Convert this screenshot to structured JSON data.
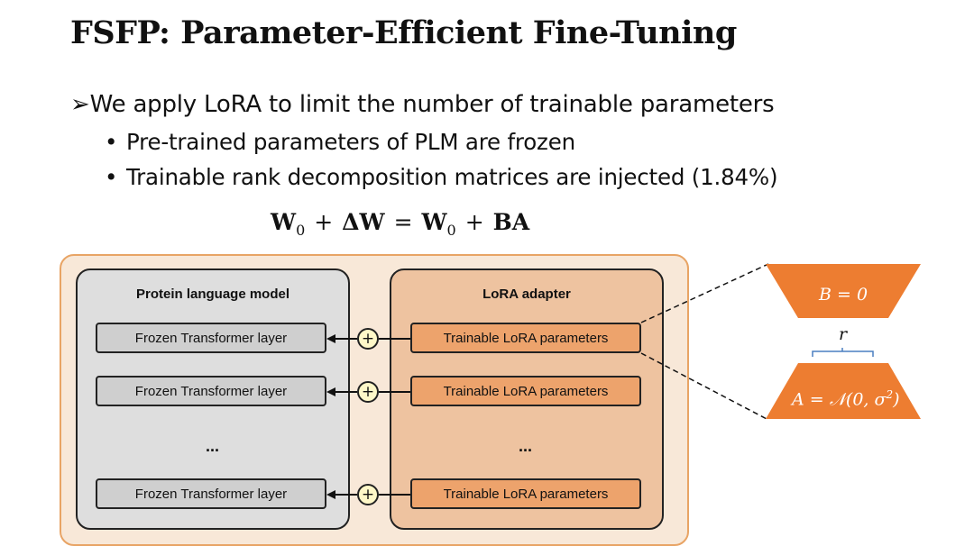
{
  "slide": {
    "title": "FSFP: Parameter-Efficient Fine-Tuning",
    "bullet_marker": "➢",
    "bullet_main": "We apply LoRA to limit the number of trainable parameters",
    "sub_marker": "•",
    "sub_bullets": [
      "Pre-trained parameters of PLM are frozen",
      "Trainable rank decomposition matrices are injected (1.84%)"
    ]
  },
  "equation": {
    "w0": "W",
    "zero": "0",
    "plus": "+",
    "delta_w": "ΔW",
    "equals": "=",
    "ba": "BA"
  },
  "diagram": {
    "plm_title": "Protein language model",
    "lora_title": "LoRA adapter",
    "frozen_layers": [
      "Frozen Transformer layer",
      "Frozen Transformer layer",
      "Frozen Transformer layer"
    ],
    "trainable_layers": [
      "Trainable LoRA parameters",
      "Trainable LoRA parameters",
      "Trainable LoRA parameters"
    ],
    "ellipsis": "...",
    "plus_symbol": "+",
    "matrix_b_label": "B = 0",
    "matrix_a_label": "A = 𝒩(0, σ",
    "matrix_a_sup": "2",
    "matrix_a_close": ")",
    "rank_label": "r"
  },
  "colors": {
    "orange_accent": "#ed7d31",
    "panel_bg": "#f8e8d8",
    "panel_border": "#e8a465",
    "plm_bg": "#dedede",
    "lora_bg": "#eec3a0",
    "frozen_layer": "#cfcfcf",
    "trainable_layer": "#eda36c",
    "plus_fill": "#fff8c8",
    "brace_blue": "#4a7fc1"
  },
  "icons": {
    "bullet": "arrow-bullet-icon",
    "plus": "plus-circle-icon",
    "arrow": "left-arrow-icon"
  }
}
